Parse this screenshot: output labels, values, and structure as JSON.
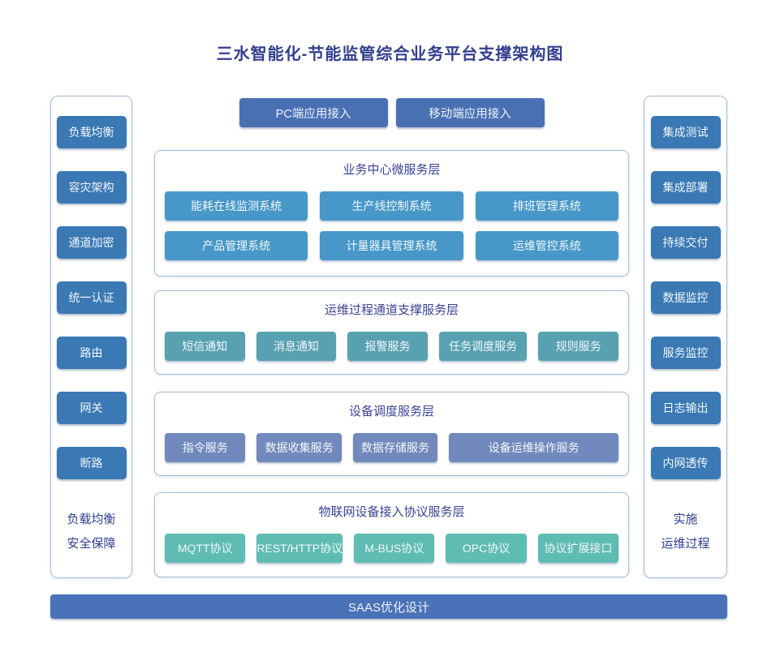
{
  "title": "三水智能化-节能监管综合业务平台支撑架构图",
  "colors": {
    "title_text": "#333f8e",
    "layer_header_text": "#3b4394",
    "panel_footer_text": "#2e3e8c",
    "container_border": "#a3bcd8",
    "side_button": "#3a79b4",
    "top_button": "#4a70b4",
    "layer1_item": "#4797c9",
    "layer2_item": "#58a1b1",
    "layer3_item": "#7289bd",
    "layer4_item": "#5fbcb2",
    "footer_bar": "#4a72b8"
  },
  "left_panel": {
    "items": [
      "负载均衡",
      "容灾架构",
      "通道加密",
      "统一认证",
      "路由",
      "网关",
      "断路"
    ],
    "footer_lines": [
      "负载均衡",
      "安全保障"
    ]
  },
  "right_panel": {
    "items": [
      "集成测试",
      "集成部署",
      "持续交付",
      "数据监控",
      "服务监控",
      "日志输出",
      "内网透传"
    ],
    "footer_lines": [
      "实施",
      "运维过程"
    ]
  },
  "top_buttons": [
    "PC端应用接入",
    "移动端应用接入"
  ],
  "layers": [
    {
      "title": "业务中心微服务层",
      "items": [
        "能耗在线监测系统",
        "生产线控制系统",
        "排班管理系统",
        "产品管理系统",
        "计量器具管理系统",
        "运维管控系统"
      ]
    },
    {
      "title": "运维过程通道支撑服务层",
      "items": [
        "短信通知",
        "消息通知",
        "报警服务",
        "任务调度服务",
        "规则服务"
      ]
    },
    {
      "title": "设备调度服务层",
      "items": [
        "指令服务",
        "数据收集服务",
        "数据存储服务",
        "设备运维操作服务"
      ]
    },
    {
      "title": "物联网设备接入协议服务层",
      "items": [
        "MQTT协议",
        "REST/HTTP协议",
        "M-BUS协议",
        "OPC协议",
        "协议扩展接口"
      ]
    }
  ],
  "footer_bar_label": "SAAS优化设计"
}
